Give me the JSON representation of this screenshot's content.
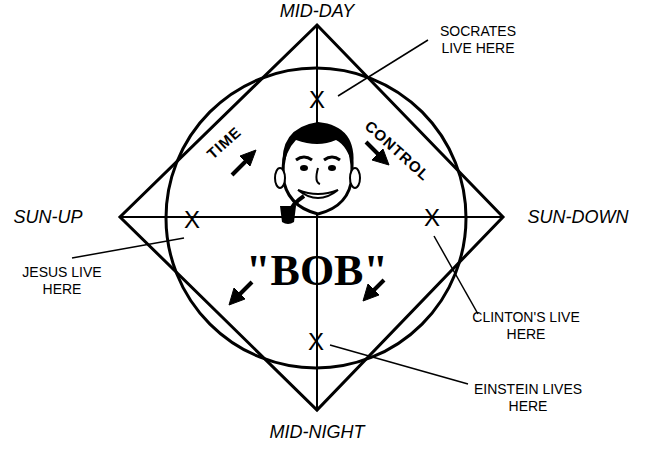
{
  "diagram": {
    "labels": [
      "MID-DAY",
      "SUN-UP",
      "SUN-DOWN",
      "MID-NIGHT",
      "SOCRATES LIVE HERE",
      "JESUS LIVE HERE",
      "CLINTON'S LIVE HERE",
      "EINSTEIN LIVES HERE",
      "X",
      "X",
      "X",
      "X",
      "TIME",
      "CONTROL",
      "\"BOB\""
    ]
  }
}
